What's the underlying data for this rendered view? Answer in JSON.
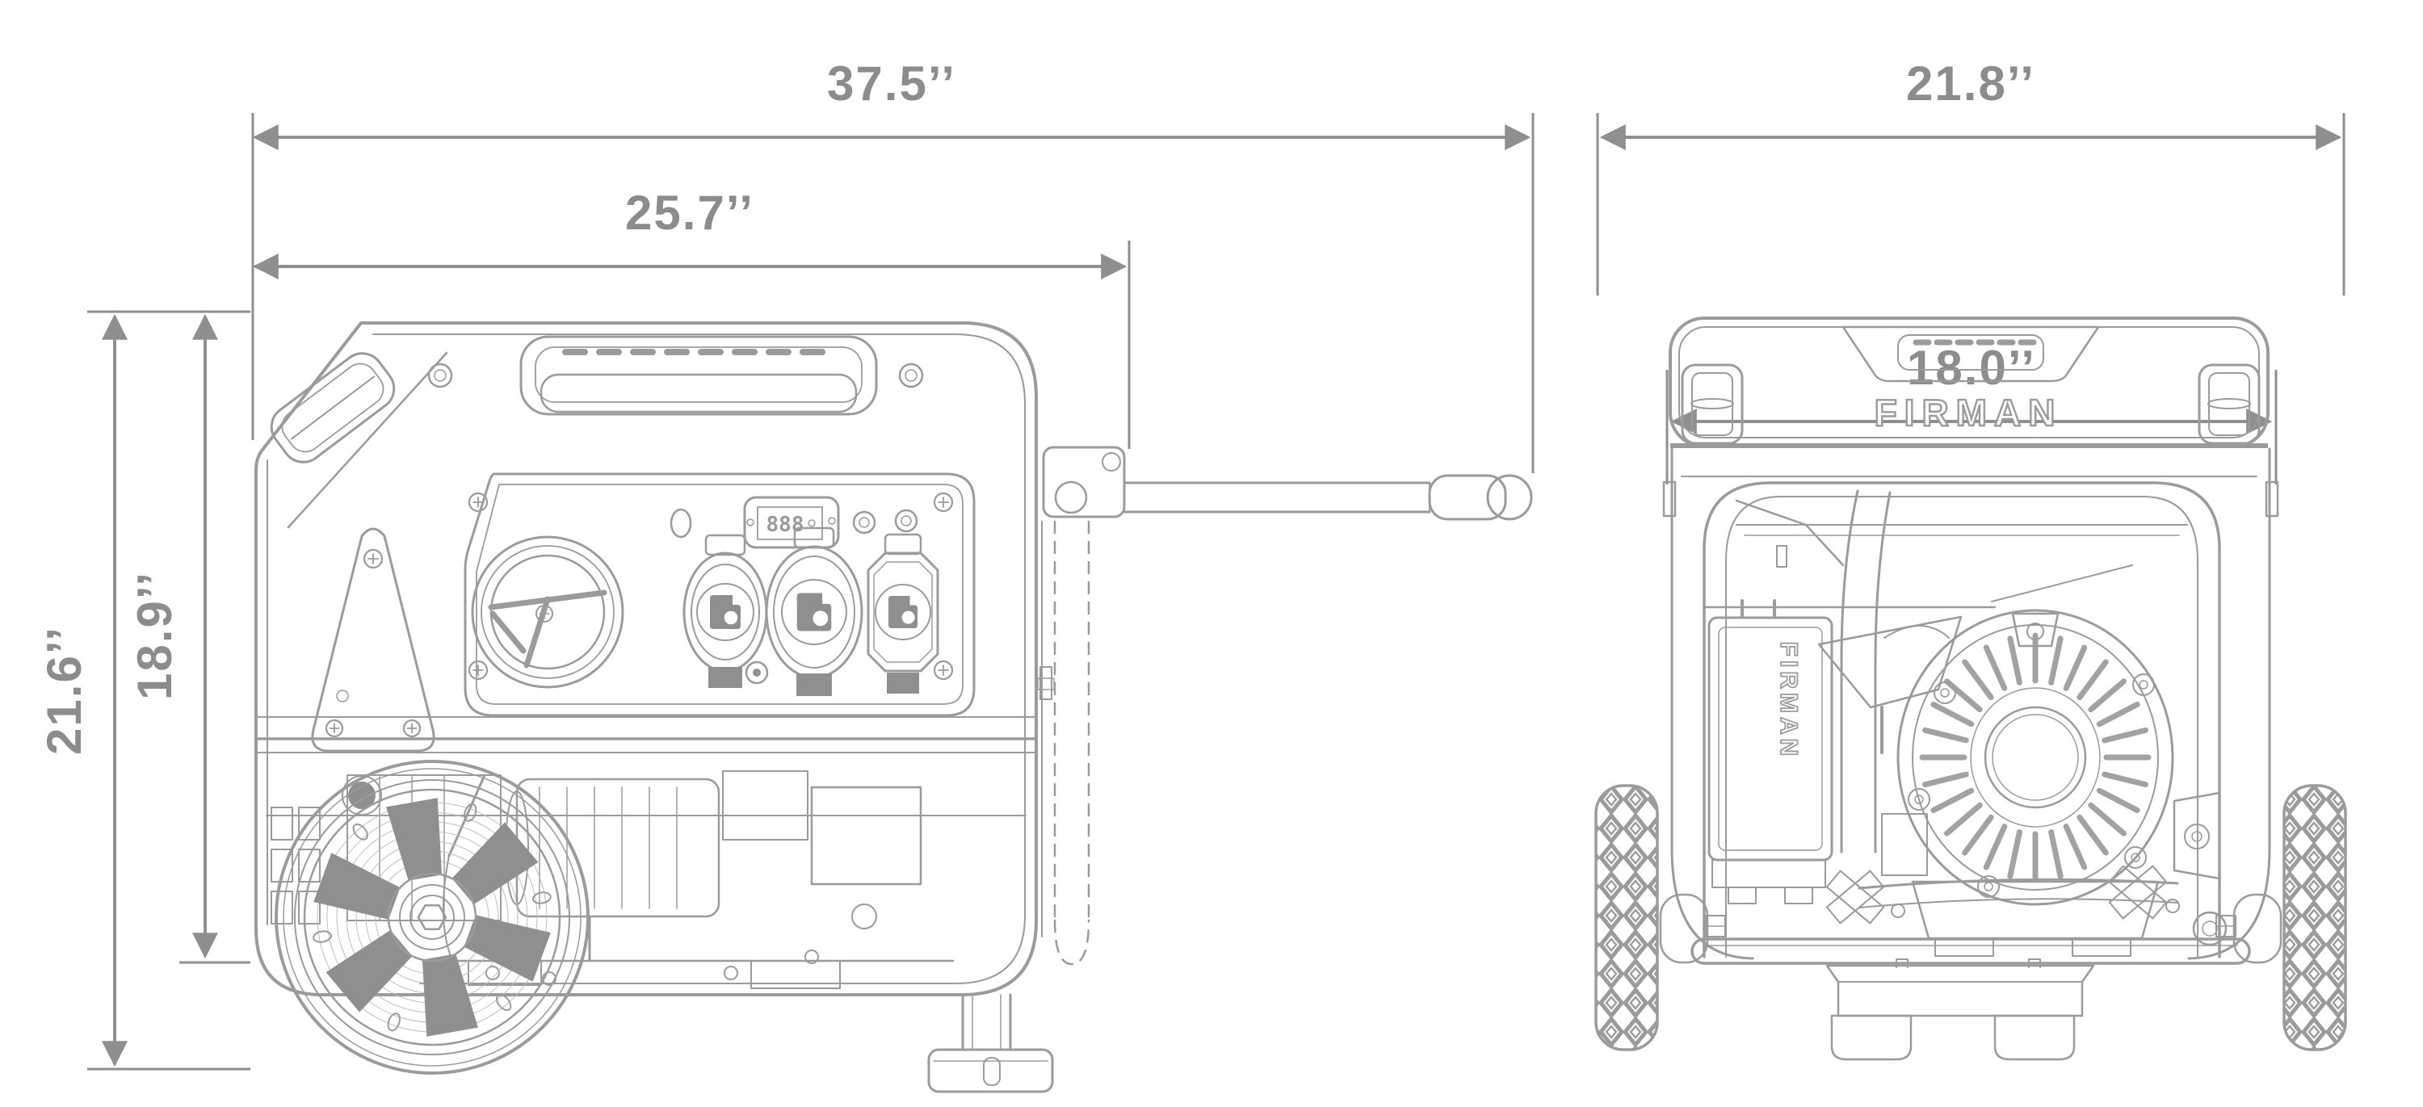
{
  "figure": {
    "type": "technical dimension diagram",
    "subject": "portable generator, side view and front view line drawings",
    "background": "#ffffff"
  },
  "brand": {
    "logo_text": "FIRMAN",
    "battery_label": "FIRMAN"
  },
  "dimensions": {
    "side_overall_width": {
      "label": "37.5’’",
      "inches": 37.5,
      "applies_to": "side view overall width incl. handle"
    },
    "side_body_width": {
      "label": "25.7’’",
      "inches": 25.7,
      "applies_to": "side view body width"
    },
    "side_overall_height": {
      "label": "21.6’’",
      "inches": 21.6,
      "applies_to": "side view overall height"
    },
    "side_frame_height": {
      "label": "18.9’’",
      "inches": 18.9,
      "applies_to": "side view frame height"
    },
    "front_overall_width": {
      "label": "21.8’’",
      "inches": 21.8,
      "applies_to": "front view overall width incl. wheels"
    },
    "front_body_width": {
      "label": "18.0’’",
      "inches": 18.0,
      "applies_to": "front view body width"
    }
  },
  "control_panel": {
    "meter_value": "888"
  },
  "colors": {
    "line": "#9b9b9b",
    "dimension": "#8f8f8f",
    "label_text": "#8c8c8c",
    "accent_fill": "#8f8f8f",
    "background": "#ffffff"
  }
}
